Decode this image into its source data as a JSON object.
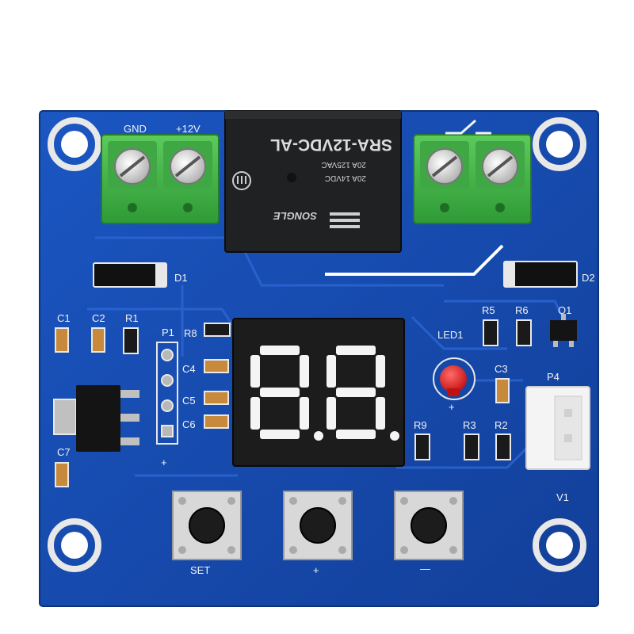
{
  "board": {
    "pcb_color": "#1a4fb0",
    "silkscreen_color": "#f2f2f2",
    "terminal_color": "#4cb84c",
    "relay_color": "#202224",
    "display_color": "#1c1c1c",
    "segment_color": "#f4f4f4",
    "led_color": "#e01818"
  },
  "terminals": {
    "gnd_label": "GND",
    "v12_label": "+12V"
  },
  "relay": {
    "model": "SRA-12VDC-AL",
    "rating_1": "20A 125VAC",
    "rating_2": "20A 14VDC",
    "brand": "SONGLE"
  },
  "components": {
    "d1": "D1",
    "d2": "D2",
    "c1": "C1",
    "c2": "C2",
    "r1": "R1",
    "p1": "P1",
    "r8": "R8",
    "c4": "C4",
    "c5": "C5",
    "c6": "C6",
    "c7": "C7",
    "led1": "LED1",
    "r5": "R5",
    "r6": "R6",
    "q1": "Q1",
    "c3": "C3",
    "p4": "P4",
    "r9": "R9",
    "r3": "R3",
    "r2": "R2",
    "v1": "V1"
  },
  "header_p1": {
    "plus": "+"
  },
  "buttons": {
    "set": "SET",
    "plus": "+",
    "minus": "—"
  },
  "display": {
    "digits": "88"
  }
}
